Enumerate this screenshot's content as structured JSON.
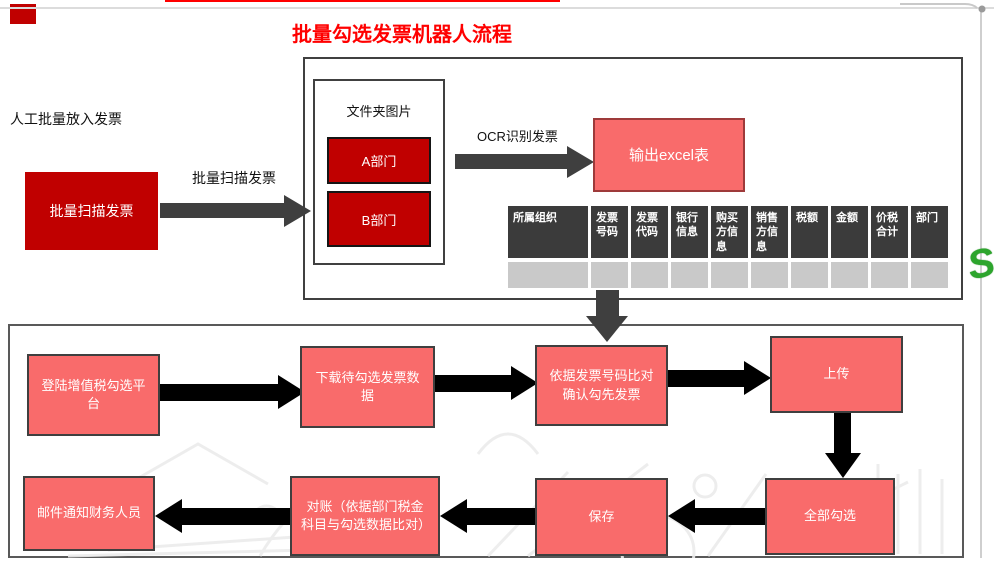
{
  "page": {
    "title": "批量勾选发票机器人流程"
  },
  "top": {
    "manual_label": "人工批量放入发票",
    "scan_box_label": "批量扫描发票",
    "scan_arrow_label": "批量扫描发票",
    "folder_panel_title": "文件夹图片",
    "folder_a": "A部门",
    "folder_b": "B部门",
    "ocr_arrow_label": "OCR识别发票",
    "excel_box_label": "输出excel表",
    "table_headers": [
      "所属组织",
      "发票号码",
      "发票代码",
      "银行信息",
      "购买方信息",
      "销售方信息",
      "税额",
      "金额",
      "价税合计",
      "部门"
    ],
    "logo_letter": "S"
  },
  "flow": {
    "login": "登陆增值税勾选平台",
    "download": "下载待勾选发票数据",
    "compare": "依据发票号码比对确认勾先发票",
    "upload": "上传",
    "select_all": "全部勾选",
    "save": "保存",
    "reconcile": "对账（依据部门税金科目与勾选数据比对）",
    "email": "邮件通知财务人员"
  },
  "colors": {
    "dark_red": "#C00000",
    "coral": "#F96B6B",
    "title_red": "#FF0000",
    "table_header_bg": "#3B3B3B",
    "table_row_bg": "#C9C9C9",
    "arrow_gray": "#3F3F3F",
    "arrow_black": "#000000",
    "logo_green": "#2DA52D"
  }
}
